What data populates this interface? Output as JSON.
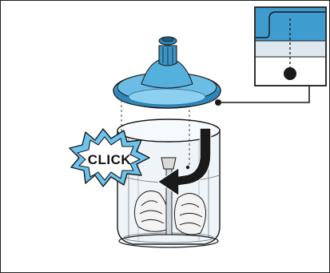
{
  "callout": {
    "click_text": "CLICK"
  },
  "colors": {
    "lid": "#4aa6d6",
    "lid_light": "#7cc4ea",
    "lid_dark": "#2f7fab",
    "burst": "#5bb8e6",
    "outline": "#1a1a1a",
    "container": "#e9f1f5"
  },
  "icons": {
    "lid": "blender-lid",
    "arrow": "rotation-arrow",
    "inset": "alignment-detail",
    "burst": "click-burst"
  }
}
